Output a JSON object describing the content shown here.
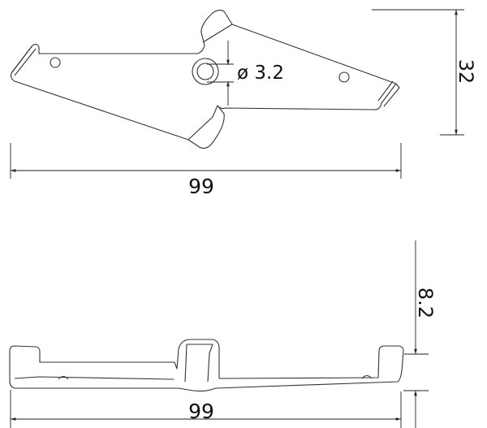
{
  "top_view": {
    "hole_diameter_label": "ø 3.2",
    "height_label": "32",
    "length_label": "99"
  },
  "side_view": {
    "thickness_label": "8.2",
    "length_label": "99"
  }
}
